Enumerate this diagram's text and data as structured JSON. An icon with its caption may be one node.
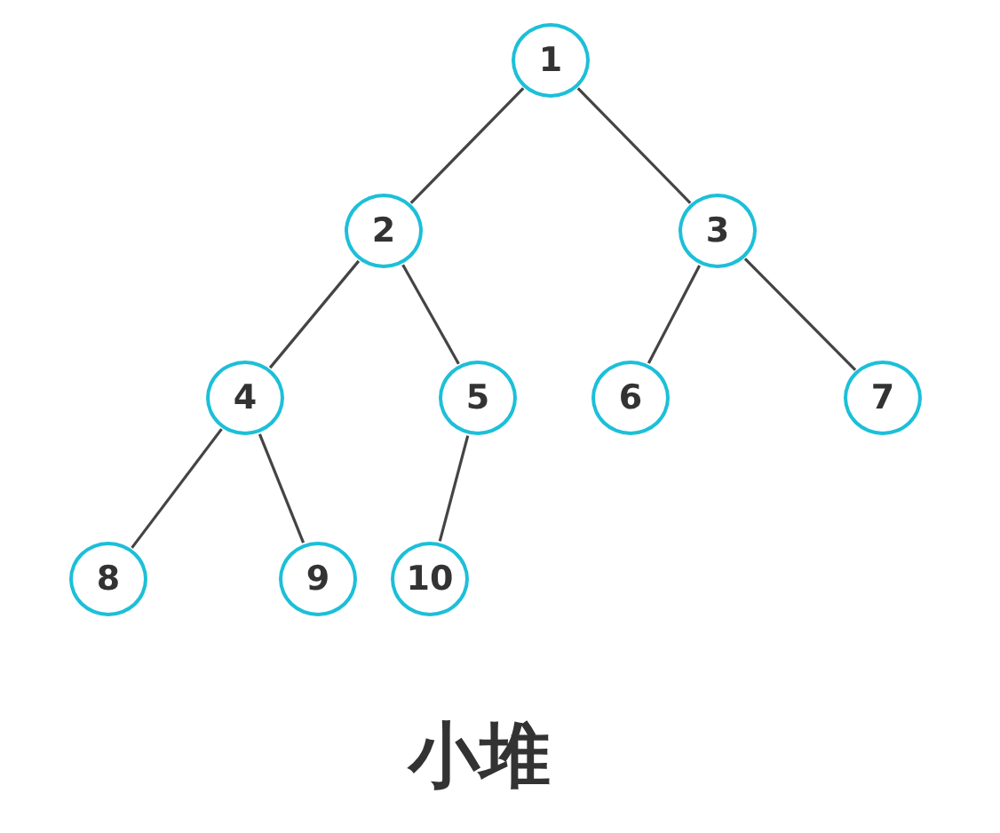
{
  "diagram": {
    "caption": "小堆",
    "nodes": [
      {
        "text": [
          "1"
        ]
      },
      {
        "text": [
          "2"
        ]
      },
      {
        "text": [
          "3"
        ]
      },
      {
        "text": [
          "4"
        ]
      },
      {
        "text": [
          "5"
        ]
      },
      {
        "text": [
          "6"
        ]
      },
      {
        "text": [
          "7"
        ]
      },
      {
        "text": [
          "8"
        ]
      },
      {
        "text": [
          "9"
        ]
      },
      {
        "text": [
          "10"
        ]
      }
    ],
    "edges": [
      {
        "from": 0,
        "to": 1,
        "arrow": "none"
      },
      {
        "from": 0,
        "to": 2,
        "arrow": "none"
      },
      {
        "from": 1,
        "to": 3,
        "arrow": "none"
      },
      {
        "from": 1,
        "to": 4,
        "arrow": "none"
      },
      {
        "from": 2,
        "to": 5,
        "arrow": "none"
      },
      {
        "from": 2,
        "to": 6,
        "arrow": "none"
      },
      {
        "from": 3,
        "to": 7,
        "arrow": "none"
      },
      {
        "from": 3,
        "to": 8,
        "arrow": "none"
      },
      {
        "from": 4,
        "to": 9,
        "arrow": "none"
      }
    ]
  }
}
